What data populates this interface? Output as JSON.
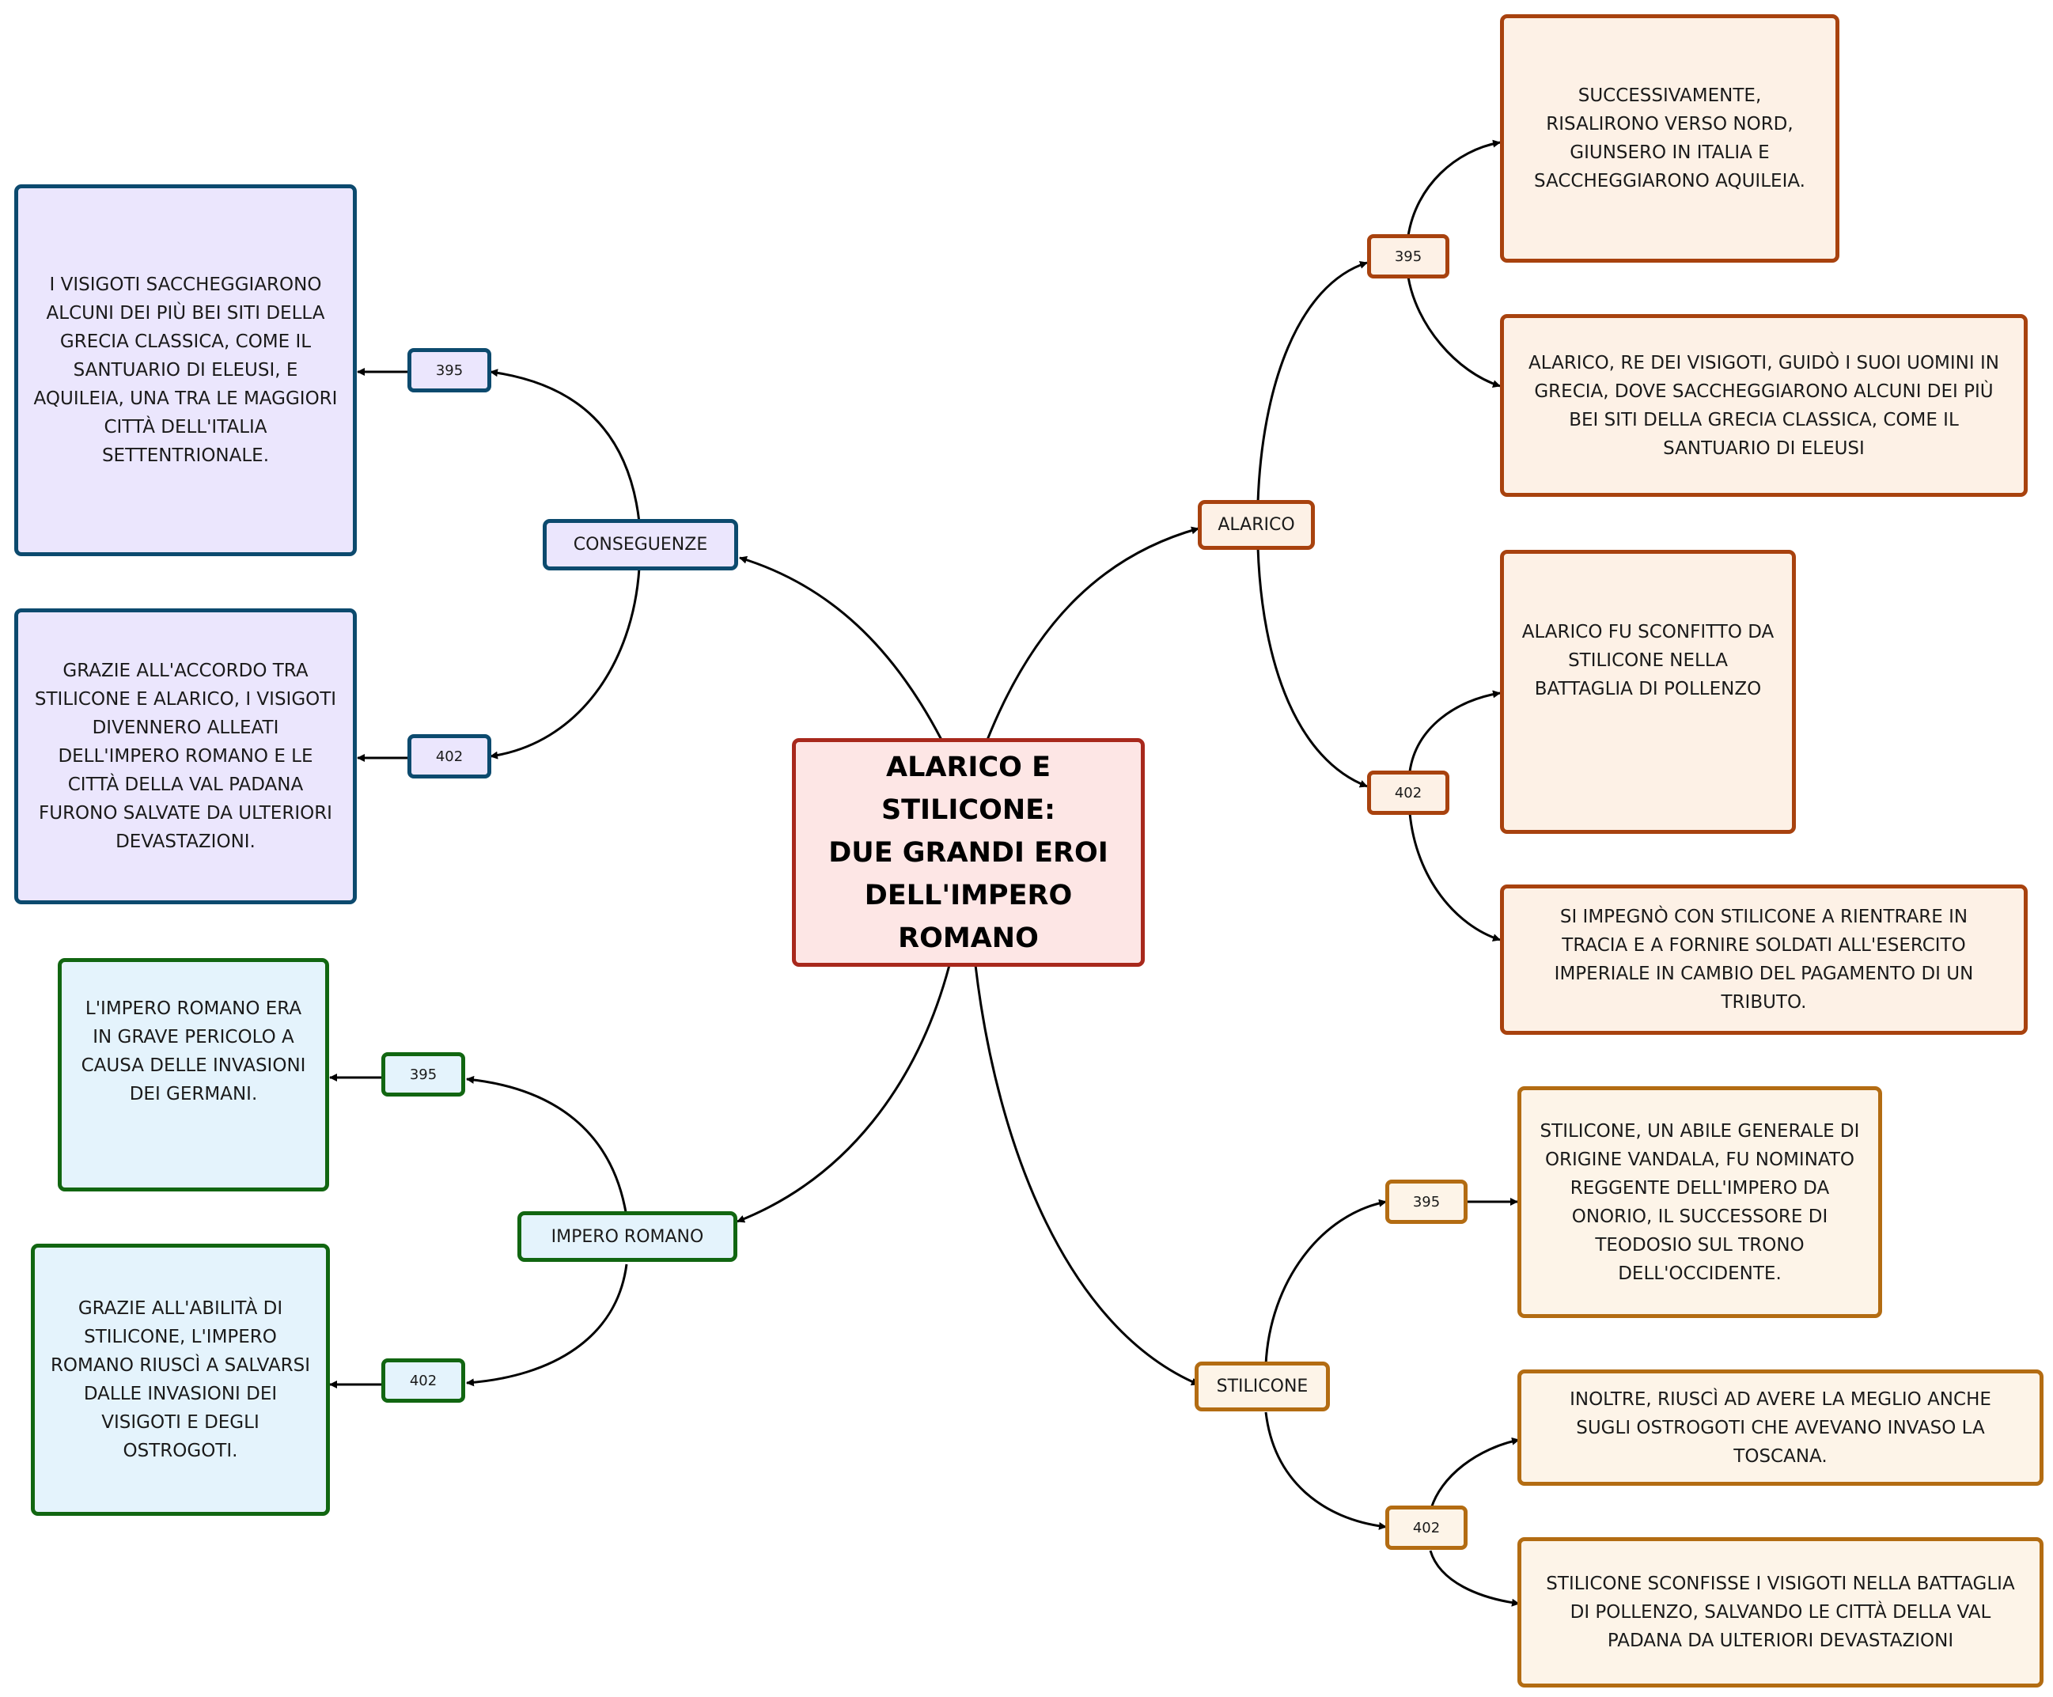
{
  "title": "ALARICO E STILICONE:\nDUE GRANDI EROI\nDELL'IMPERO\nROMANO",
  "colors": {
    "center": {
      "border": "#a8281c",
      "fill": "#fde6e5"
    },
    "alarico": {
      "border": "#a8420e",
      "fill": "#fdf1e6"
    },
    "stilicone": {
      "border": "#b36c12",
      "fill": "#fdf4e8"
    },
    "conseguenze": {
      "border": "#0c4a6e",
      "fill": "#ebe6fd"
    },
    "impero": {
      "border": "#116611",
      "fill": "#e4f3fc"
    }
  },
  "branches": {
    "alarico": {
      "label": "ALARICO",
      "d395": "395",
      "d402": "402",
      "leaf395a": "SUCCESSIVAMENTE,\nRISALIRONO VERSO NORD,\nGIUNSERO IN ITALIA E\nSACCHEGGIARONO AQUILEIA.",
      "leaf395b": "ALARICO, RE DEI VISIGOTI, GUIDÒ I SUOI UOMINI IN\nGRECIA, DOVE SACCHEGGIARONO ALCUNI DEI PIÙ\nBEI SITI DELLA GRECIA CLASSICA, COME IL\nSANTUARIO DI ELEUSI",
      "leaf402a": "ALARICO FU SCONFITTO DA\nSTILICONE NELLA\nBATTAGLIA DI POLLENZO",
      "leaf402b": "SI IMPEGNÒ CON STILICONE A RIENTRARE IN\nTRACIA E A FORNIRE SOLDATI ALL'ESERCITO\nIMPERIALE IN CAMBIO DEL PAGAMENTO DI UN\nTRIBUTO."
    },
    "stilicone": {
      "label": "STILICONE",
      "d395": "395",
      "d402": "402",
      "leaf395": "STILICONE, UN ABILE GENERALE DI\nORIGINE VANDALA, FU NOMINATO\nREGGENTE DELL'IMPERO DA\nONORIO, IL SUCCESSORE DI\nTEODOSIO SUL TRONO\nDELL'OCCIDENTE.",
      "leaf402a": "INOLTRE, RIUSCÌ AD AVERE LA MEGLIO ANCHE\nSUGLI OSTROGOTI CHE AVEVANO INVASO LA\nTOSCANA.",
      "leaf402b": "STILICONE SCONFISSE I VISIGOTI NELLA BATTAGLIA\nDI POLLENZO, SALVANDO LE CITTÀ DELLA VAL\nPADANA DA ULTERIORI DEVASTAZIONI"
    },
    "conseguenze": {
      "label": "CONSEGUENZE",
      "d395": "395",
      "d402": "402",
      "leaf395": "I VISIGOTI SACCHEGGIARONO\nALCUNI DEI PIÙ BEI SITI DELLA\nGRECIA CLASSICA, COME IL\nSANTUARIO DI ELEUSI, E\nAQUILEIA, UNA TRA LE MAGGIORI\nCITTÀ DELL'ITALIA\nSETTENTRIONALE.",
      "leaf402": "GRAZIE ALL'ACCORDO TRA\nSTILICONE E ALARICO, I VISIGOTI\nDIVENNERO ALLEATI\nDELL'IMPERO ROMANO E LE\nCITTÀ DELLA VAL PADANA\nFURONO SALVATE DA ULTERIORI\nDEVASTAZIONI."
    },
    "impero": {
      "label": "IMPERO ROMANO",
      "d395": "395",
      "d402": "402",
      "leaf395": "L'IMPERO ROMANO ERA\nIN GRAVE PERICOLO A\nCAUSA DELLE INVASIONI\nDEI GERMANI.",
      "leaf402": "GRAZIE ALL'ABILITÀ DI\nSTILICONE, L'IMPERO\nROMANO RIUSCÌ A SALVARSI\nDALLE INVASIONI DEI\nVISIGOTI E DEGLI\nOSTROGOTI."
    }
  }
}
